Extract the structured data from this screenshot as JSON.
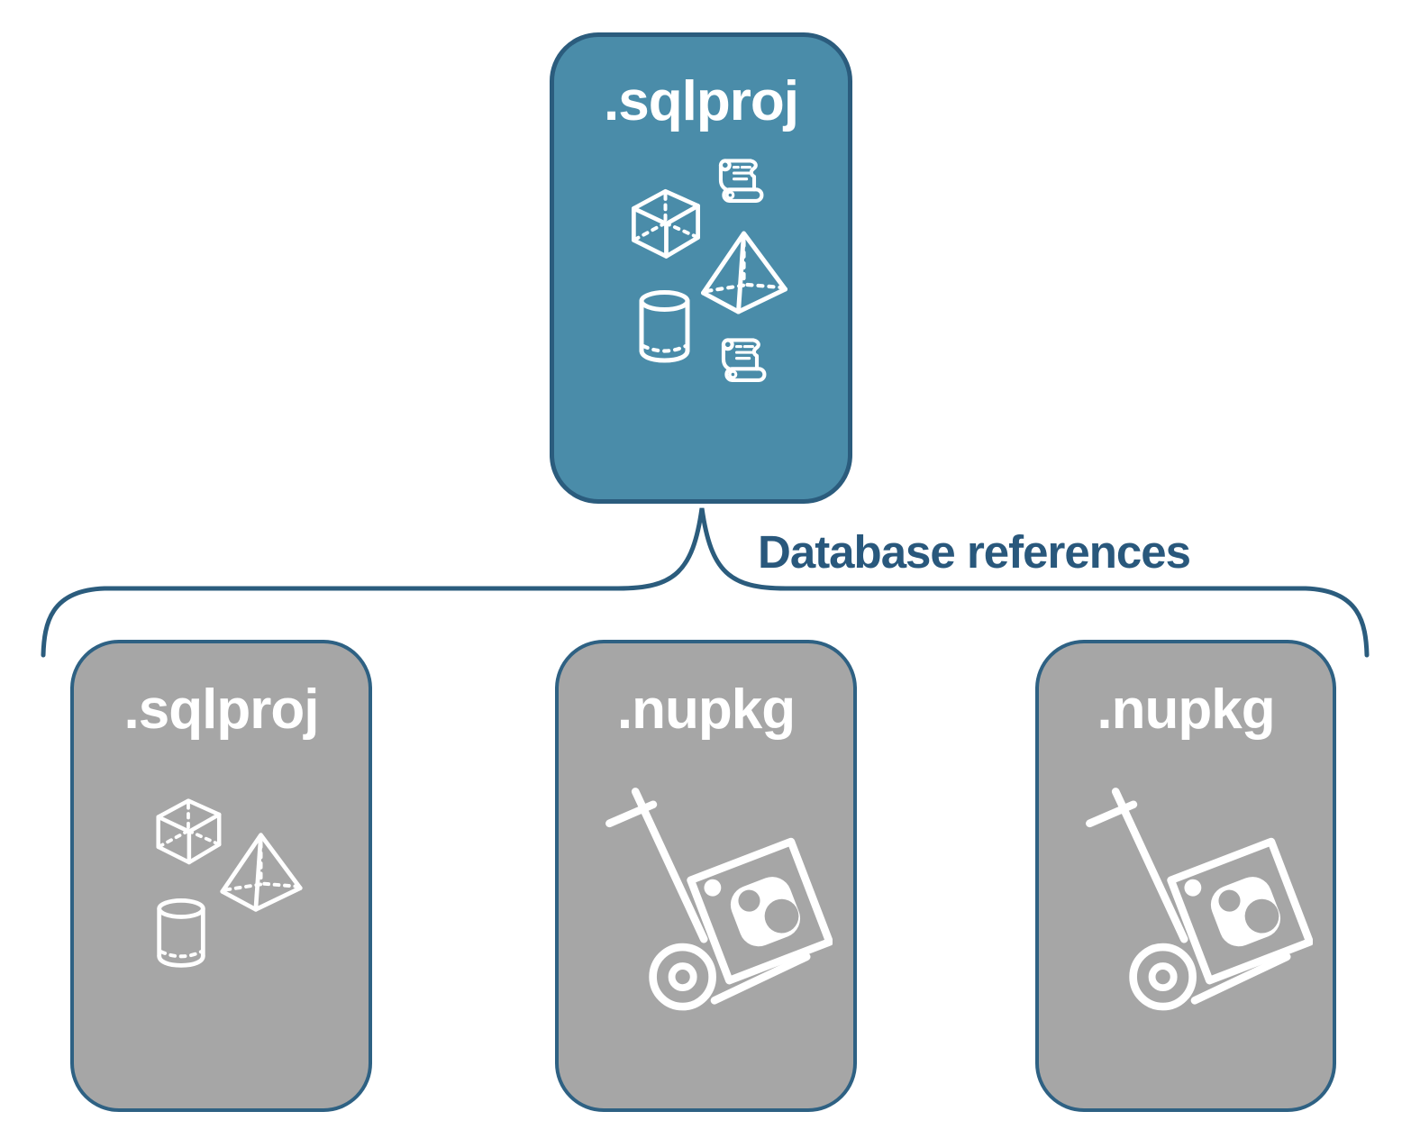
{
  "root": {
    "label": ".sqlproj",
    "icons": [
      "script-scroll",
      "cube",
      "pyramid",
      "cylinder",
      "script-scroll"
    ]
  },
  "connector": {
    "label": "Database references"
  },
  "children": [
    {
      "label": ".sqlproj",
      "icons": [
        "cube",
        "pyramid",
        "cylinder"
      ]
    },
    {
      "label": ".nupkg",
      "icons": [
        "nuget-handtruck"
      ]
    },
    {
      "label": ".nupkg",
      "icons": [
        "nuget-handtruck"
      ]
    }
  ],
  "colors": {
    "root_fill": "#4A8CA9",
    "root_border": "#2B5C7D",
    "child_fill": "#A6A6A6",
    "child_border": "#2E6183",
    "brace_stroke": "#2B5C7D",
    "connector_label_text": "#29587C",
    "icon_stroke": "#FFFFFF",
    "background": "#FFFFFF"
  }
}
